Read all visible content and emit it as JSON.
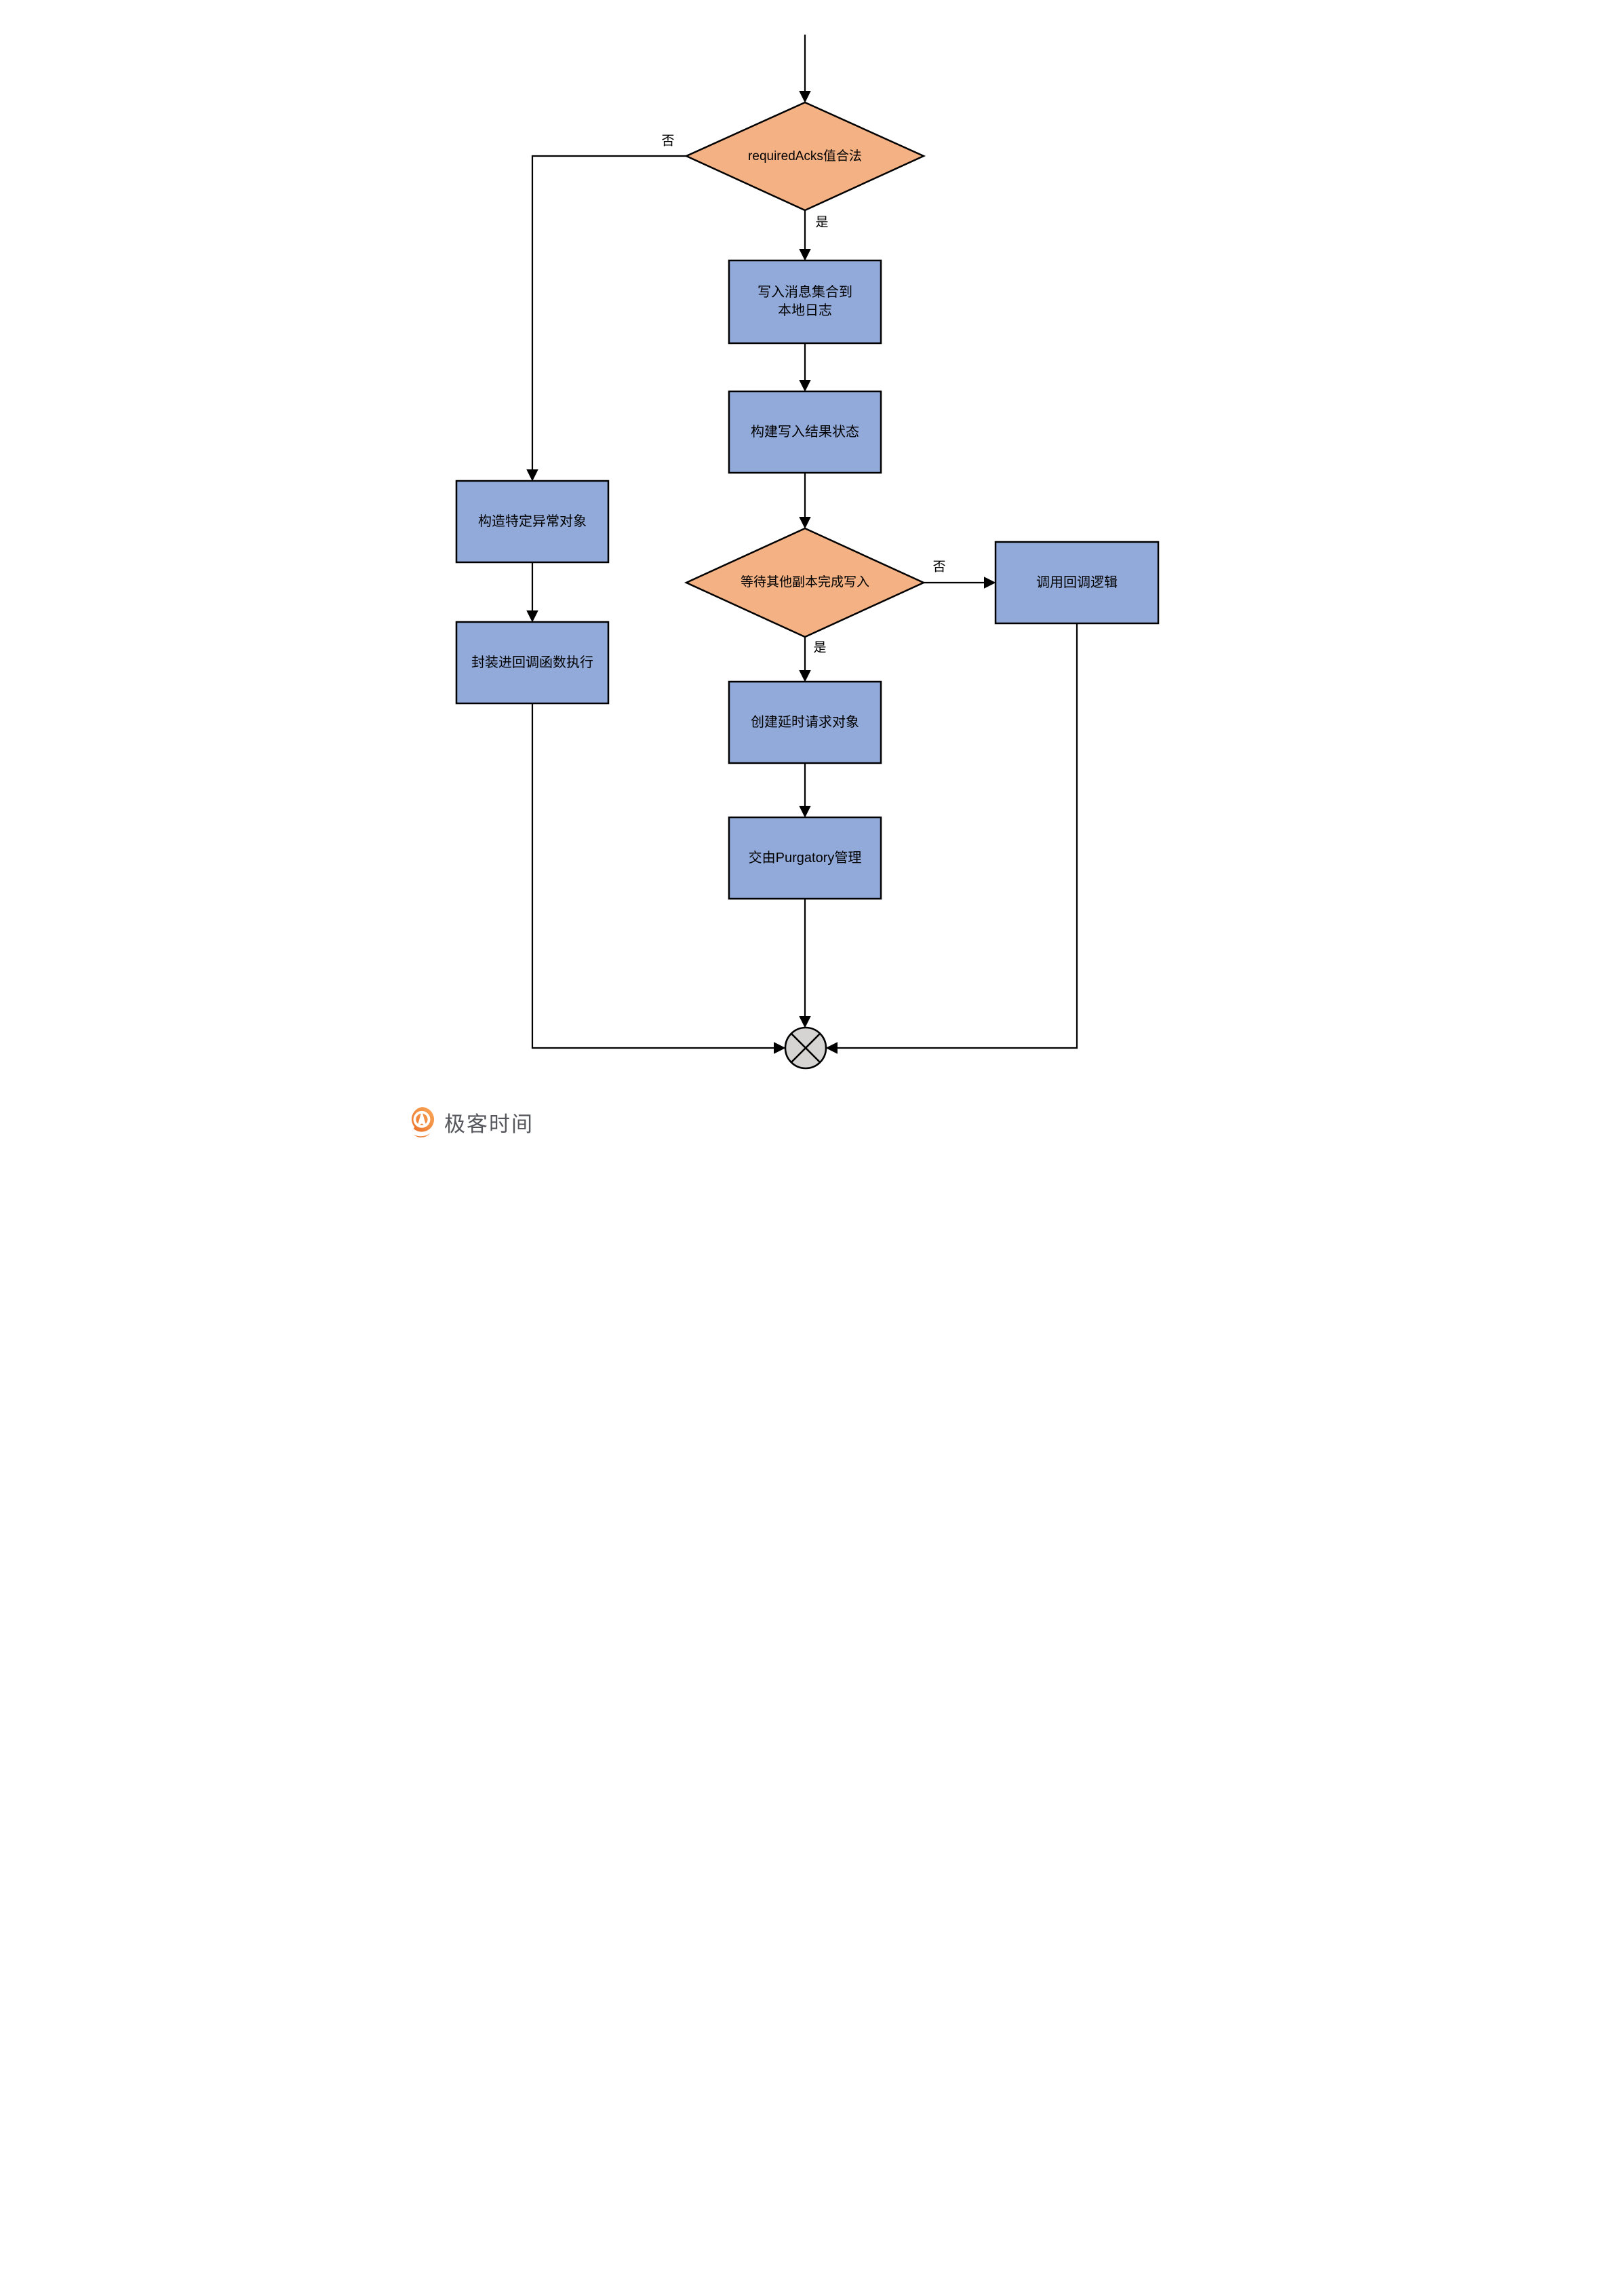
{
  "diagram": {
    "nodes": {
      "decision_required_acks": {
        "label": "requiredAcks值合法",
        "type": "decision"
      },
      "process_write_local_log": {
        "label": "写入消息集合到\n本地日志",
        "type": "process"
      },
      "process_build_result": {
        "label": "构建写入结果状态",
        "type": "process"
      },
      "process_build_exception": {
        "label": "构造特定异常对象",
        "type": "process"
      },
      "process_wrap_callback": {
        "label": "封装进回调函数执行",
        "type": "process"
      },
      "decision_wait_replicas": {
        "label": "等待其他副本完成写入",
        "type": "decision"
      },
      "process_invoke_callback": {
        "label": "调用回调逻辑",
        "type": "process"
      },
      "process_create_delayed_request": {
        "label": "创建延时请求对象",
        "type": "process"
      },
      "process_purgatory": {
        "label": "交由Purgatory管理",
        "type": "process"
      },
      "merge_junction": {
        "label": "",
        "type": "junction"
      }
    },
    "edge_labels": {
      "acks_no": "否",
      "acks_yes": "是",
      "wait_no": "否",
      "wait_yes": "是"
    },
    "colors": {
      "decision_fill": "#F4B183",
      "process_fill": "#91AAD9",
      "junction_fill": "#D6D3D3",
      "stroke": "#000000"
    }
  },
  "footer": {
    "brand": "极客时间",
    "brand_color": "#54565B",
    "logo_orange": "#EE7A2F"
  }
}
